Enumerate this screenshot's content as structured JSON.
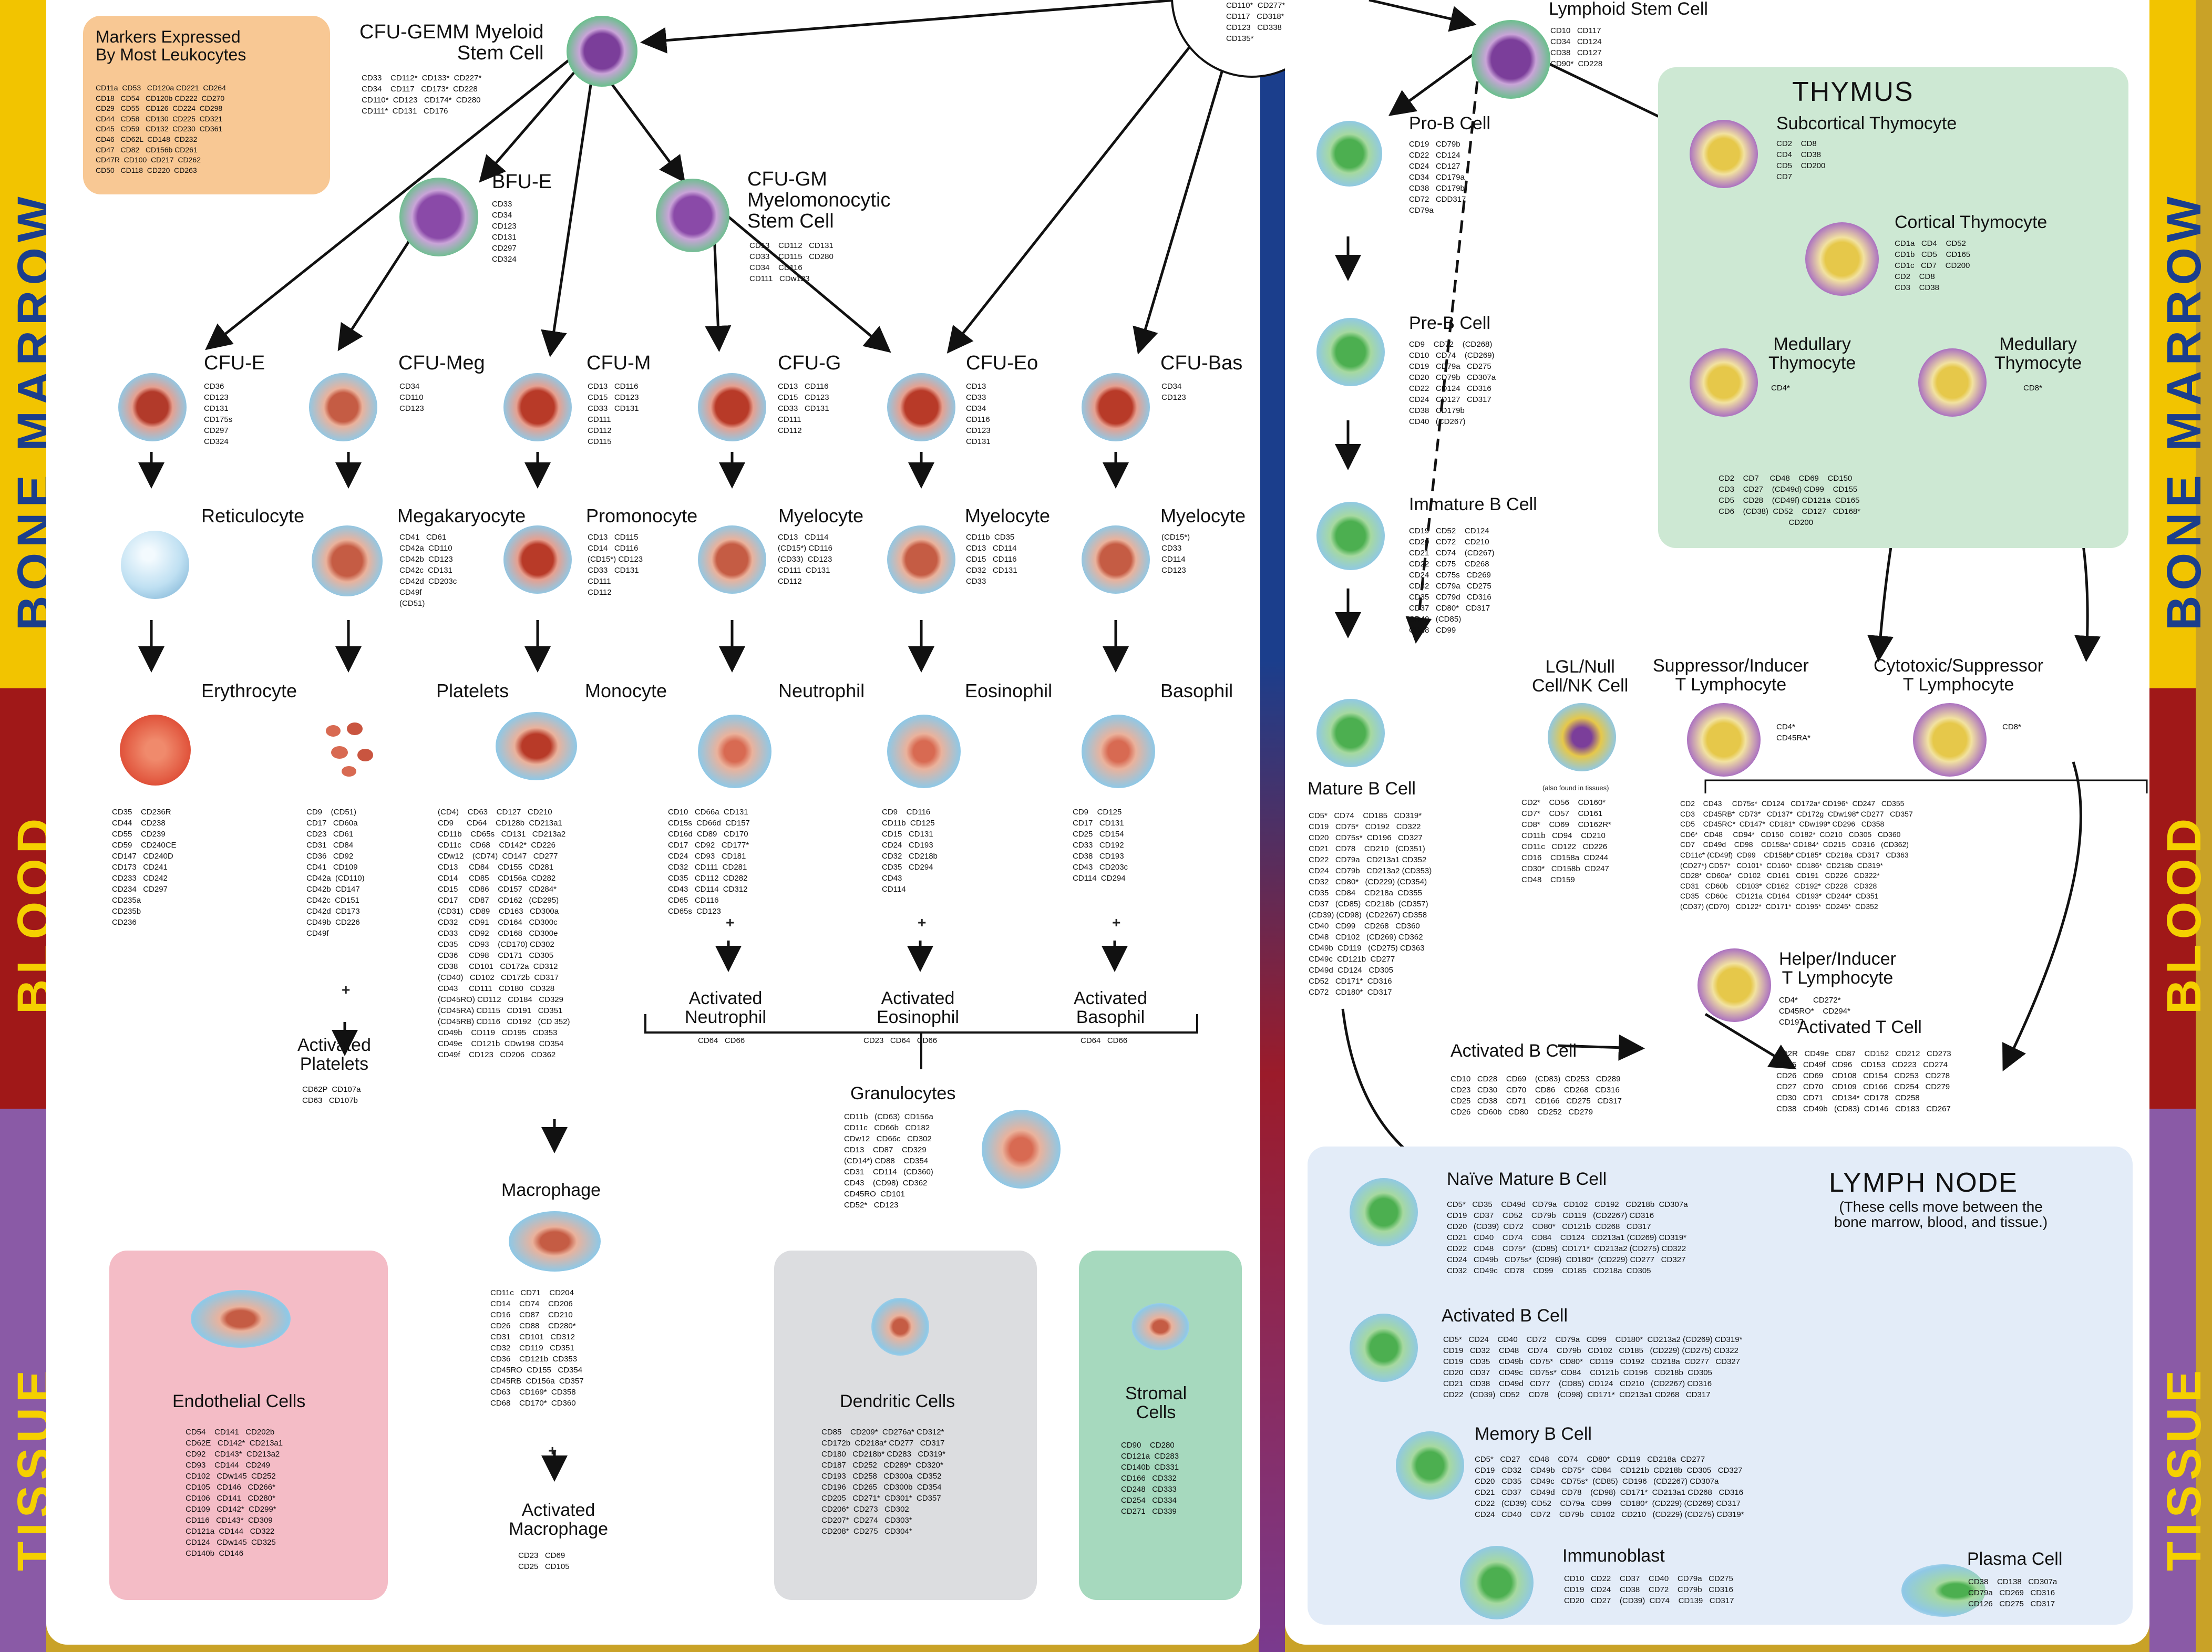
{
  "strips": {
    "bone_marrow": "BONE MARROW",
    "blood": "BLOOD",
    "tissue": "TISSUE"
  },
  "common": {
    "title": "Markers Expressed\nBy Most Leukocytes",
    "markers": "CD11a  CD53   CD120a CD221  CD264\nCD18   CD54   CD120b CD222  CD270\nCD29   CD55   CD126  CD224  CD298\nCD44   CD58   CD130  CD225  CD321\nCD45   CD59   CD132  CD230  CD361\nCD46   CD62L  CD148  CD232\nCD47   CD82   CD156b CD261\nCD47R  CD100  CD217  CD262\nCD50   CD118  CD220  CD263"
  },
  "hsc": {
    "markers": "CD110*  CD277*\nCD117   CD318*\nCD123   CD338\nCD135*"
  },
  "gemm": {
    "title": "CFU-GEMM Myeloid\nStem Cell",
    "markers": "CD33    CD112*  CD133*  CD227*\nCD34    CD117   CD173*  CD228\nCD110*  CD123   CD174*  CD280\nCD111*  CD131   CD176"
  },
  "bfue": {
    "title": "BFU-E",
    "markers": "CD33\nCD34\nCD123\nCD131\nCD297\nCD324"
  },
  "cfugm": {
    "title": "CFU-GM\nMyelomonocytic\nStem Cell",
    "markers": "CD13    CD112   CD131\nCD33    CD115   CD280\nCD34    CD116\nCD111   CDw123"
  },
  "cfue": {
    "title": "CFU-E",
    "markers": "CD36\nCD123\nCD131\nCD175s\nCD297\nCD324"
  },
  "cfumeg": {
    "title": "CFU-Meg",
    "markers": "CD34\nCD110\nCD123"
  },
  "cfum": {
    "title": "CFU-M",
    "markers": "CD13   CD116\nCD15   CD123\nCD33   CD131\nCD111\nCD112\nCD115"
  },
  "cfug": {
    "title": "CFU-G",
    "markers": "CD13   CD116\nCD15   CD123\nCD33   CD131\nCD111\nCD112"
  },
  "cfueo": {
    "title": "CFU-Eo",
    "markers": "CD13\nCD33\nCD34\nCD116\nCD123\nCD131"
  },
  "cfubas": {
    "title": "CFU-Bas",
    "markers": "CD34\nCD123"
  },
  "retic": {
    "title": "Reticulocyte"
  },
  "mega": {
    "title": "Megakaryocyte",
    "markers": "CD41   CD61\nCD42a  CD110\nCD42b  CD123\nCD42c  CD131\nCD42d  CD203c\nCD49f\n(CD51)"
  },
  "promono": {
    "title": "Promonocyte",
    "markers": "CD13   CD115\nCD14   CD116\n(CD15*) CD123\nCD33   CD131\nCD111\nCD112"
  },
  "myelo_g": {
    "title": "Myelocyte",
    "markers": "CD13   CD114\n(CD15*) CD116\n(CD33)  CD123\nCD111  CD131\nCD112"
  },
  "myelo_eo": {
    "title": "Myelocyte",
    "markers": "CD11b  CD35\nCD13   CD114\nCD15   CD116\nCD32   CD131\nCD33"
  },
  "myelo_bas": {
    "title": "Myelocyte",
    "markers": "(CD15*)\nCD33\nCD114\nCD123"
  },
  "ery": {
    "title": "Erythrocyte",
    "markers": "CD35    CD236R\nCD44    CD238\nCD55    CD239\nCD59    CD240CE\nCD147   CD240D\nCD173   CD241\nCD233   CD242\nCD234   CD297\nCD235a\nCD235b\nCD236"
  },
  "plate": {
    "title": "Platelets",
    "markers": "CD9    (CD51)\nCD17   CD60a\nCD23   CD61\nCD31   CD84\nCD36   CD92\nCD41   CD109\nCD42a  (CD110)\nCD42b  CD147\nCD42c  CD151\nCD42d  CD173\nCD49b  CD226\nCD49f"
  },
  "mono": {
    "title": "Monocyte",
    "markers": "(CD4)    CD63    CD127   CD210\nCD9      CD64    CD128b  CD213a1\nCD11b    CD65s   CD131   CD213a2\nCD11c    CD68    CD142*  CD226\nCDw12    (CD74)  CD147   CD277\nCD13     CD84    CD155   CD281\nCD14     CD85    CD156a  CD282\nCD15     CD86    CD157   CD284*\nCD17     CD87    CD162   (CD295)\n(CD31)   CD89    CD163   CD300a\nCD32     CD91    CD164   CD300c\nCD33     CD92    CD168   CD300e\nCD35     CD93    (CD170) CD302\nCD36     CD98    CD171   CD305\nCD38     CD101   CD172a  CD312\n(CD40)   CD102   CD172b  CD317\nCD43     CD111   CD180   CD328\n(CD45RO) CD112   CD184   CD329\n(CD45RA) CD115   CD191   CD351\n(CD45RB) CD116   CD192   (CD 352)\nCD49b    CD119   CD195   CD353\nCD49e    CD121b  CDw198  CD354\nCD49f    CD123   CD206   CD362"
  },
  "neut": {
    "title": "Neutrophil",
    "markers": "CD10   CD66a  CD131\nCD15s  CD66d  CD157\nCD16d  CD89   CD170\nCD17   CD92   CD177*\nCD24   CD93   CD181\nCD32   CD111  CD281\nCD35   CD112  CD282\nCD43   CD114  CD312\nCD65   CD116\nCD65s  CD123"
  },
  "eos": {
    "title": "Eosinophil",
    "markers": "CD9    CD116\nCD11b  CD125\nCD15   CD131\nCD24   CD193\nCD32   CD218b\nCD35   CD294\nCD43\nCD114"
  },
  "bas": {
    "title": "Basophil",
    "markers": "CD9    CD125\nCD17   CD131\nCD25   CD154\nCD33   CD192\nCD38   CD193\nCD43   CD203c\nCD114  CD294"
  },
  "actplate": {
    "title": "Activated\nPlatelets",
    "markers": "CD62P  CD107a\nCD63   CD107b"
  },
  "actneut": {
    "title": "Activated\nNeutrophil",
    "markers": "CD64   CD66"
  },
  "acteos": {
    "title": "Activated\nEosinophil",
    "markers": "CD23   CD64   CD66"
  },
  "actbas": {
    "title": "Activated\nBasophil",
    "markers": "CD64   CD66"
  },
  "gran": {
    "title": "Granulocytes",
    "markers": "CD11b   (CD63)  CD156a\nCD11c   CD66b   CD182\nCDw12   CD66c   CD302\nCD13    CD87    CD329\n(CD14*) CD88    CD354\nCD31    CD114   (CD360)\nCD43    (CD98)  CD362\nCD45RO  CD101\nCD52*   CD123"
  },
  "macro": {
    "title": "Macrophage",
    "markers": "CD11c   CD71    CD204\nCD14    CD74    CD206\nCD16    CD87    CD210\nCD26    CD88    CD280*\nCD31    CD101   CD312\nCD32    CD119   CD351\nCD36    CD121b  CD353\nCD45RO  CD155   CD354\nCD45RB  CD156a  CD357\nCD63    CD169*  CD358\nCD68    CD170*  CD360"
  },
  "actmacro": {
    "title": "Activated\nMacrophage",
    "markers": "CD23   CD69\nCD25   CD105"
  },
  "endo": {
    "title": "Endothelial Cells",
    "markers": "CD54    CD141   CD202b\nCD62E   CD142*  CD213a1\nCD92    CD143*  CD213a2\nCD93    CD144   CD249\nCD102   CDw145  CD252\nCD105   CD146   CD266*\nCD106   CD141   CD280*\nCD109   CD142*  CD299*\nCD116   CD143*  CD309\nCD121a  CD144   CD322\nCD124   CDw145  CD325\nCD140b  CD146"
  },
  "dend": {
    "title": "Dendritic Cells",
    "markers": "CD85    CD209*  CD276a* CD312*\nCD172b  CD218a* CD277   CD317\nCD180   CD218b* CD283   CD319*\nCD187   CD252   CD289*  CD320*\nCD193   CD258   CD300a  CD352\nCD196   CD265   CD300b  CD354\nCD205   CD271*  CD301*  CD357\nCD206*  CD273   CD302\nCD207*  CD274   CD303*\nCD208*  CD275   CD304*"
  },
  "strom": {
    "title": "Stromal\nCells",
    "markers": "CD90    CD280\nCD121a  CD283\nCD140b  CD331\nCD166   CD332\nCD248   CD333\nCD254   CD334\nCD271   CD339"
  },
  "lsc": {
    "title": "Lymphoid Stem Cell",
    "markers": "CD10   CD117\nCD34   CD124\nCD38   CD127\nCD90*  CD228"
  },
  "prob": {
    "title": "Pro-B Cell",
    "markers": "CD19   CD79b\nCD22   CD124\nCD24   CD127\nCD34   CD179a\nCD38   CD179b\nCD72   CDD317\nCD79a"
  },
  "preb": {
    "title": "Pre-B Cell",
    "markers": "CD9    CD72    (CD268)\nCD10   CD74    (CD269)\nCD19   CD79a   CD275\nCD20   CD79b   CD307a\nCD22   CD124   CD316\nCD24   CD127   CD317\nCD38   CD179b\nCD40   (CD267)"
  },
  "immb": {
    "title": "Immature B Cell",
    "markers": "CD19   CD52    CD124\nCD20   CD72    CD210\nCD21   CD74    (CD267)\nCD22   CD75    CD268\nCD24   CD75s   CD269\nCD32   CD79a   CD275\nCD35   CD79d   CD316\nCD37   CD80*   CD317\nCD40   (CD85)\nCD48   CD99"
  },
  "matb": {
    "title": "Mature B Cell",
    "markers": "CD5*   CD74    CD185   CD319*\nCD19   CD75*   CD192   CD322\nCD20   CD75s*  CD196   CD327\nCD21   CD78    CD210   (CD351)\nCD22   CD79a   CD213a1 CD352\nCD24   CD79b   CD213a2 (CD353)\nCD32   CD80*   (CD229) (CD354)\nCD35   CD84    CD218a  CD355\nCD37   (CD85)  CD218b  (CD357)\n(CD39) (CD98)  (CD2267) CD358\nCD40   CD99    CD268   CD360\nCD48   CD102   (CD269) CD362\nCD49b  CD119   (CD275) CD363\nCD49c  CD121b  CD277\nCD49d  CD124   CD305\nCD52   CD171*  CD316\nCD72   CD180*  CD317"
  },
  "actb1": {
    "title": "Activated B Cell",
    "markers": "CD10   CD28    CD69    (CD83)  CD253   CD289\nCD23   CD30    CD70    CD86    CD268   CD316\nCD25   CD38    CD71    CD166   CD275   CD317\nCD26   CD60b   CD80    CD252   CD279"
  },
  "lgl": {
    "title": "LGL/Null\nCell/NK Cell",
    "note": "(also found in tissues)",
    "markers": "CD2*    CD56    CD160*\nCD7*    CD57    CD161\nCD8*    CD69    CD162R*\nCD11b   CD94    CD210\nCD11c   CD122   CD226\nCD16    CD158a  CD244\nCD30*   CD158b  CD247\nCD48    CD159"
  },
  "thymus": {
    "title": "THYMUS"
  },
  "subc": {
    "title": "Subcortical Thymocyte",
    "markers": "CD2    CD8\nCD4    CD38\nCD5    CD200\nCD7"
  },
  "cort": {
    "title": "Cortical Thymocyte",
    "markers": "CD1a   CD4    CD52\nCD1b   CD5    CD165\nCD1c   CD7    CD200\nCD2    CD8\nCD3    CD38"
  },
  "med1": {
    "title": "Medullary\nThymocyte",
    "markers": "CD4*"
  },
  "med2": {
    "title": "Medullary\nThymocyte",
    "markers": "CD8*"
  },
  "medshared": {
    "markers": "CD2    CD7     CD48    CD69    CD150\nCD3    CD27    (CD49d) CD99    CD155\nCD5    CD28    (CD49f) CD121a  CD165\nCD6    (CD38)  CD52    CD127   CD168*\n                                CD200"
  },
  "supp": {
    "title": "Suppressor/Inducer\nT Lymphocyte",
    "markers": "CD4*\nCD45RA*"
  },
  "cyto": {
    "title": "Cytotoxic/Suppressor\nT Lymphocyte",
    "markers": "CD8*"
  },
  "tshared": {
    "markers": "CD2    CD43     CD75s*  CD124   CD172a* CD196*  CD247   CD355\nCD3    CD45RB*  CD73*   CD137*  CD172g  CDw198* CD277   CD357\nCD5    CD45RC*  CD147*  CD181*  CDw199* CD296   CD358\nCD6*   CD48     CD94*   CD150   CD182*  CD210   CD305   CD360\nCD7    CD49d    CD98    CD158a* CD184*  CD215   CD316   (CD362)\nCD11c* (CD49f)  CD99    CD158b* CD185*  CD218a  CD317   CD363\n(CD27*) CD57*   CD101*  CD160*  CD186*  CD218b  CD319*\nCD28*  CD60a*   CD102   CD161   CD191   CD226   CD322*\nCD31   CD60b    CD103*  CD162   CD192*  CD228   CD328\nCD35   CD60c    CD121a  CD164   CD193*  CD244*  CD351\n(CD37) (CD70)   CD122*  CD171*  CD195*  CD245*  CD352"
  },
  "helper": {
    "title": "Helper/Inducer\nT Lymphocyte",
    "markers": "CD4*       CD272*\nCD45RO*    CD294*\nCD197"
  },
  "actt": {
    "title": "Activated T Cell",
    "markers": "CD2R   CD49e   CD87    CD152   CD212   CD273\nCD25   CD49f   CD96    CD153   CD223   CD274\nCD26   CD69    CD108   CD154   CD253   CD278\nCD27   CD70    CD109   CD166   CD254   CD279\nCD30   CD71    CD134*  CD178   CD258\nCD38   CD49b   (CD83)  CD146   CD183   CD267"
  },
  "lymph": {
    "title": "LYMPH NODE",
    "subtitle": "(These cells move between the\nbone marrow, blood, and tissue.)"
  },
  "naive": {
    "title": "Naïve Mature B Cell",
    "markers": "CD5*   CD35    CD49d   CD79a   CD102   CD192   CD218b  CD307a\nCD19   CD37    CD52    CD79b   CD119   (CD2267) CD316\nCD20   (CD39)  CD72    CD80*   CD121b  CD268   CD317\nCD21   CD40    CD74    CD84    CD124   CD213a1 (CD269) CD319*\nCD22   CD48    CD75*   (CD85)  CD171*  CD213a2 (CD275) CD322\nCD24   CD49b   CD75s*  (CD98)  CD180*  (CD229) CD277   CD327\nCD32   CD49c   CD78    CD99    CD185   CD218a  CD305"
  },
  "actb2": {
    "title": "Activated B Cell",
    "markers": "CD5*   CD24    CD40    CD72    CD79a   CD99    CD180*  CD213a2 (CD269) CD319*\nCD19   CD32    CD48    CD74    CD79b   CD102   CD185   (CD229) (CD275) CD322\nCD19   CD35    CD49b   CD75*   CD80*   CD119   CD192   CD218a  CD277   CD327\nCD20   CD37    CD49c   CD75s*  CD84    CD121b  CD196   CD218b  CD305\nCD21   CD38    CD49d   CD77    (CD85)  CD124   CD210   (CD2267) CD316\nCD22   (CD39)  CD52    CD78    (CD98)  CD171*  CD213a1 CD268   CD317"
  },
  "memb": {
    "title": "Memory B Cell",
    "markers": "CD5*   CD27    CD48    CD74    CD80*   CD119   CD218a  CD277\nCD19   CD32    CD49b   CD75*   CD84    CD121b  CD218b  CD305   CD327\nCD20   CD35    CD49c   CD75s*  (CD85)  CD196   (CD2267) CD307a\nCD21   CD37    CD49d   CD78    (CD98)  CD171*  CD213a1 CD268   CD316\nCD22   (CD39)  CD52    CD79a   CD99    CD180*  (CD229) (CD269) CD317\nCD24   CD40    CD72    CD79b   CD102   CD210   (CD229) (CD275) CD319*"
  },
  "immuno": {
    "title": "Immunoblast",
    "markers": "CD10   CD22    CD37    CD40    CD79a   CD275\nCD19   CD24    CD38    CD72    CD79b   CD316\nCD20   CD27    (CD39)  CD74    CD139   CD317"
  },
  "plasma": {
    "title": "Plasma Cell",
    "markers": "CD38    CD138   CD307a\nCD79a   CD269   CD316\nCD126   CD275   CD317"
  }
}
